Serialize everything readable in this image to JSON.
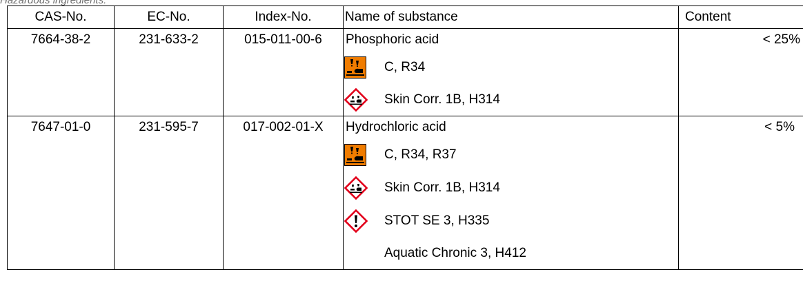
{
  "caption": "Hazardous ingredients:",
  "headers": {
    "cas": "CAS-No.",
    "ec": "EC-No.",
    "index": "Index-No.",
    "name": "Name of substance",
    "content": "Content"
  },
  "rows": [
    {
      "cas": "7664-38-2",
      "ec": "231-633-2",
      "index": "015-011-00-6",
      "name": "Phosphoric acid",
      "content": "< 25%",
      "hazards": [
        {
          "icon": "corrosive-orange-icon",
          "text": "C, R34"
        },
        {
          "icon": "ghs-corrosion-icon",
          "text": "Skin Corr. 1B, H314"
        }
      ]
    },
    {
      "cas": "7647-01-0",
      "ec": "231-595-7",
      "index": "017-002-01-X",
      "name": "Hydrochloric acid",
      "content": "< 5%",
      "hazards": [
        {
          "icon": "corrosive-orange-icon",
          "text": "C, R34, R37"
        },
        {
          "icon": "ghs-corrosion-icon",
          "text": "Skin Corr. 1B, H314"
        },
        {
          "icon": "ghs-exclamation-icon",
          "text": "STOT SE 3, H335"
        },
        {
          "icon": "",
          "text": "Aquatic Chronic 3, H412"
        }
      ]
    }
  ],
  "colors": {
    "orange_symbol": "#f07c00",
    "ghs_red": "#e2001a",
    "caption_gray": "#6f6f6f"
  }
}
